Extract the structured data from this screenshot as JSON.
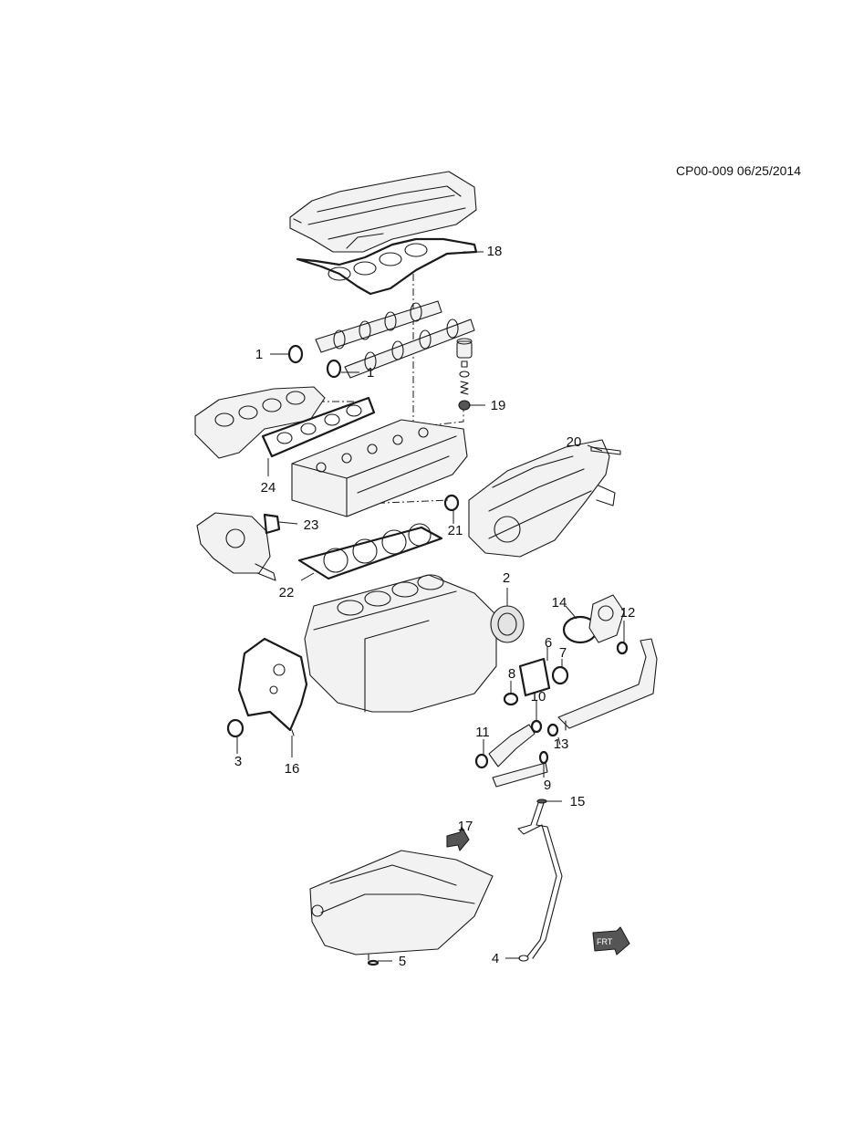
{
  "document_id": "CP00-009 06/25/2014",
  "callouts": {
    "c1a": "1",
    "c1b": "1",
    "c2": "2",
    "c3": "3",
    "c4": "4",
    "c5": "5",
    "c6": "6",
    "c7": "7",
    "c8": "8",
    "c9": "9",
    "c10": "10",
    "c11": "11",
    "c12": "12",
    "c13": "13",
    "c14": "14",
    "c15": "15",
    "c16": "16",
    "c17": "17",
    "c18": "18",
    "c19": "19",
    "c20": "20",
    "c21": "21",
    "c22": "22",
    "c23": "23",
    "c24": "24"
  },
  "front_indicator_text": "FRT"
}
